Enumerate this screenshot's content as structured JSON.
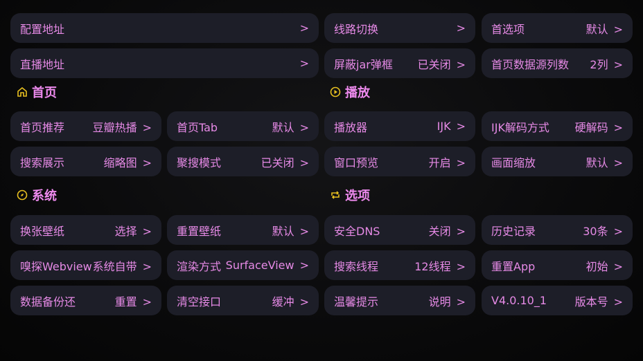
{
  "colors": {
    "text": "#e68ae6",
    "card": "#1d1e28",
    "icon": "#e8c020"
  },
  "top": [
    {
      "label": "配置地址",
      "value": ""
    },
    {
      "label": "线路切换",
      "value": ""
    },
    {
      "label": "首选项",
      "value": "默认"
    },
    {
      "label": "直播地址",
      "value": ""
    },
    {
      "label": "屏蔽jar弹框",
      "value": "已关闭"
    },
    {
      "label": "首页数据源列数",
      "value": "2列"
    }
  ],
  "sections": {
    "home": {
      "title": "首页",
      "icon": "home-icon"
    },
    "play": {
      "title": "播放",
      "icon": "play-circle-icon"
    },
    "system": {
      "title": "系统",
      "icon": "compass-icon"
    },
    "options": {
      "title": "选项",
      "icon": "repeat-icon"
    }
  },
  "home": [
    {
      "label": "首页推荐",
      "value": "豆瓣热播"
    },
    {
      "label": "首页Tab",
      "value": "默认"
    },
    {
      "label": "搜索展示",
      "value": "缩略图"
    },
    {
      "label": "聚搜模式",
      "value": "已关闭"
    }
  ],
  "play": [
    {
      "label": "播放器",
      "value": "IJK"
    },
    {
      "label": "IJK解码方式",
      "value": "硬解码"
    },
    {
      "label": "窗口预览",
      "value": "开启"
    },
    {
      "label": "画面缩放",
      "value": "默认"
    }
  ],
  "system": [
    {
      "label": "换张壁纸",
      "value": "选择"
    },
    {
      "label": "重置壁纸",
      "value": "默认"
    },
    {
      "label": "嗅探Webview",
      "value": "系统自带"
    },
    {
      "label": "渲染方式",
      "value": "SurfaceView"
    },
    {
      "label": "数据备份还",
      "value": "重置"
    },
    {
      "label": "清空接口",
      "value": "缓冲"
    }
  ],
  "options": [
    {
      "label": "安全DNS",
      "value": "关闭"
    },
    {
      "label": "历史记录",
      "value": "30条"
    },
    {
      "label": "搜索线程",
      "value": "12线程"
    },
    {
      "label": "重置App",
      "value": "初始"
    },
    {
      "label": "温馨提示",
      "value": "说明"
    },
    {
      "label": "V4.0.10_1",
      "value": "版本号"
    }
  ],
  "arrow": ">"
}
